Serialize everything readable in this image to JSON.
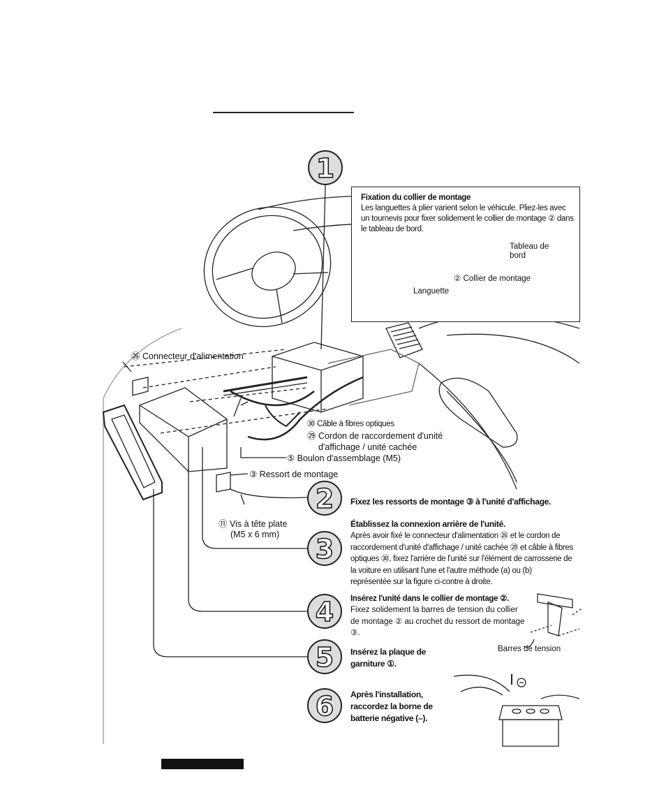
{
  "callout": {
    "title": "Fixation du collier de montage",
    "body": "Les languettes à plier varient selon le véhicule. Pliez-les avec un tournevis pour fixer solidement le collier de montage ② dans le tableau de bord.",
    "label_dashboard": "Tableau de bord",
    "label_sleeve": "② Collier de montage",
    "label_tab": "Languette"
  },
  "labels": {
    "power_connector": "㉖ Connecteur d'alimentation",
    "fiber_cable": "㉚ Câble à fibres optiques",
    "cord_line1": "㉙ Cordon de raccordement d'unité",
    "cord_line2": "d'affichage / unité cachée",
    "bolt": "⑤ Boulon d'assemblage (M5)",
    "spring": "③ Ressort de montage",
    "screw_line1": "⑪ Vis à tête plate",
    "screw_line2": "(M5 x 6 mm)",
    "tension_bars": "Barres de tension"
  },
  "steps": [
    {
      "number": "1"
    },
    {
      "number": "2",
      "title": "Fixez les ressorts de montage ③ à l'unité d'affichage."
    },
    {
      "number": "3",
      "title": "Établissez la connexion arrière de l'unité.",
      "body": "Après avoir fixé le connecteur d'alimentation ㉖ et le cordon de raccordement d'unité d'affichage / unité cachée ㉙ et câble à fibres optiques ㉚, fixez l'arrière de l'unité sur l'élément de carrosserie de la voiture en utilisant l'une et l'autre méthode (a) ou (b) représentée sur la figure ci-contre à droite."
    },
    {
      "number": "4",
      "title": "Insérez l'unité dans le collier de montage ②.",
      "body": "Fixez solidement la barres de tension du collier de montage ② au crochet du ressort de montage ③."
    },
    {
      "number": "5",
      "title_line1": "Insérez la plaque de",
      "title_line2": "garniture ①."
    },
    {
      "number": "6",
      "title_line1": "Après l'installation,",
      "title_line2": "raccordez la borne de",
      "title_line3": "batterie négative (–)."
    }
  ]
}
